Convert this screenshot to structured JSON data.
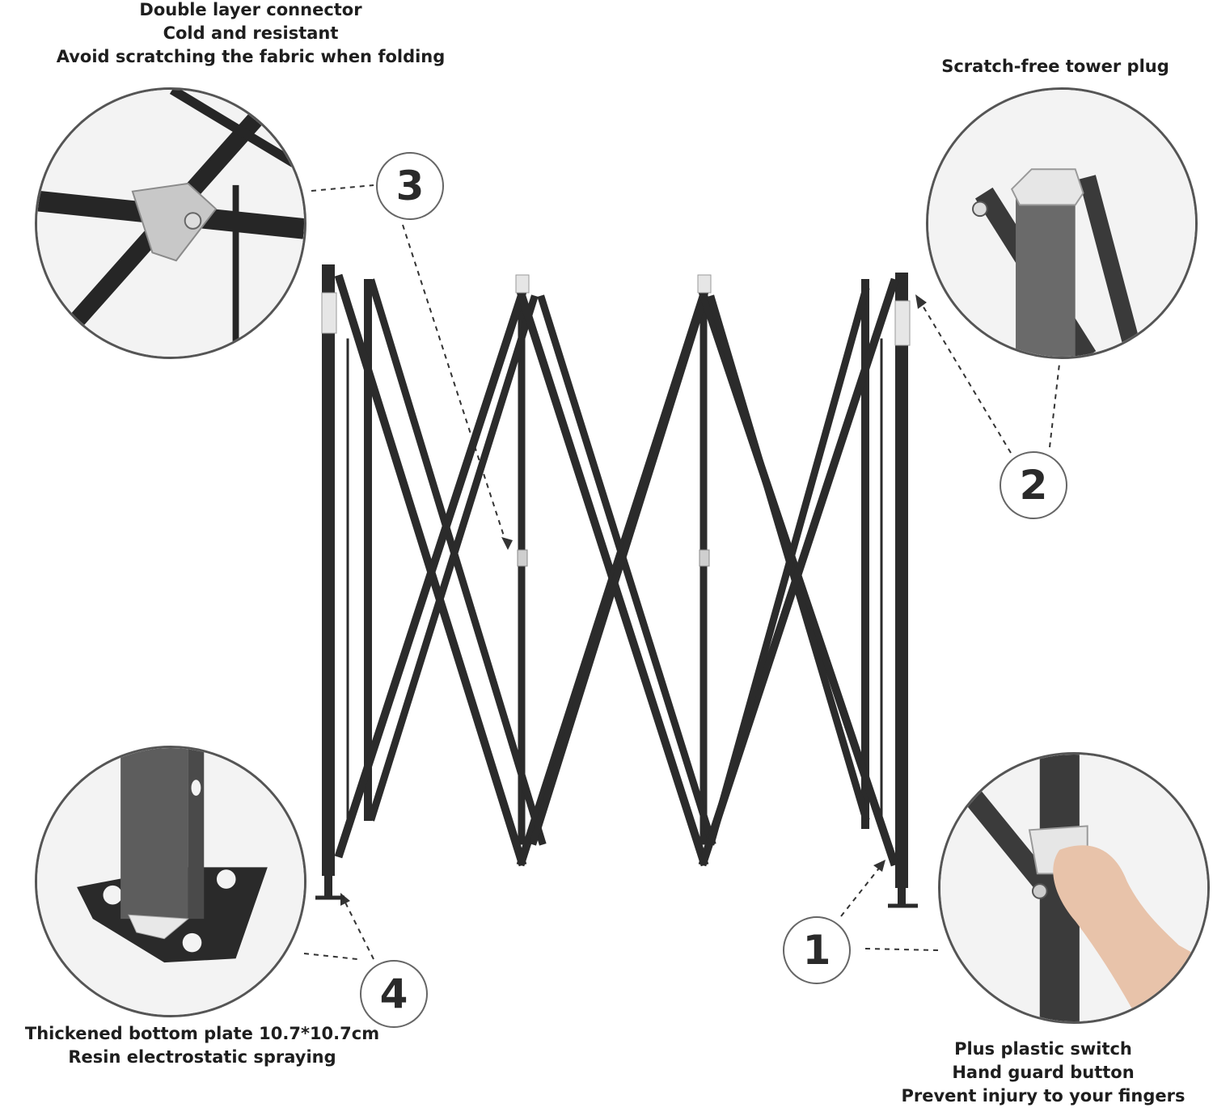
{
  "callouts": {
    "connector": {
      "number": "3",
      "lines": [
        "Double layer connector",
        "Cold and resistant",
        "Avoid scratching the fabric when folding"
      ]
    },
    "plug": {
      "number": "2",
      "lines": [
        "Scratch-free tower plug"
      ]
    },
    "plate": {
      "number": "4",
      "lines": [
        "Thickened bottom plate 10.7*10.7cm",
        "Resin electrostatic spraying"
      ]
    },
    "switch": {
      "number": "1",
      "lines": [
        "Plus plastic switch",
        "Hand guard button",
        "Prevent injury to your fingers"
      ]
    }
  },
  "colors": {
    "frame": "#2b2b2b",
    "detail_bg": "#f3f3f3",
    "plastic": "#e6e6e6",
    "leader": "#333333"
  }
}
